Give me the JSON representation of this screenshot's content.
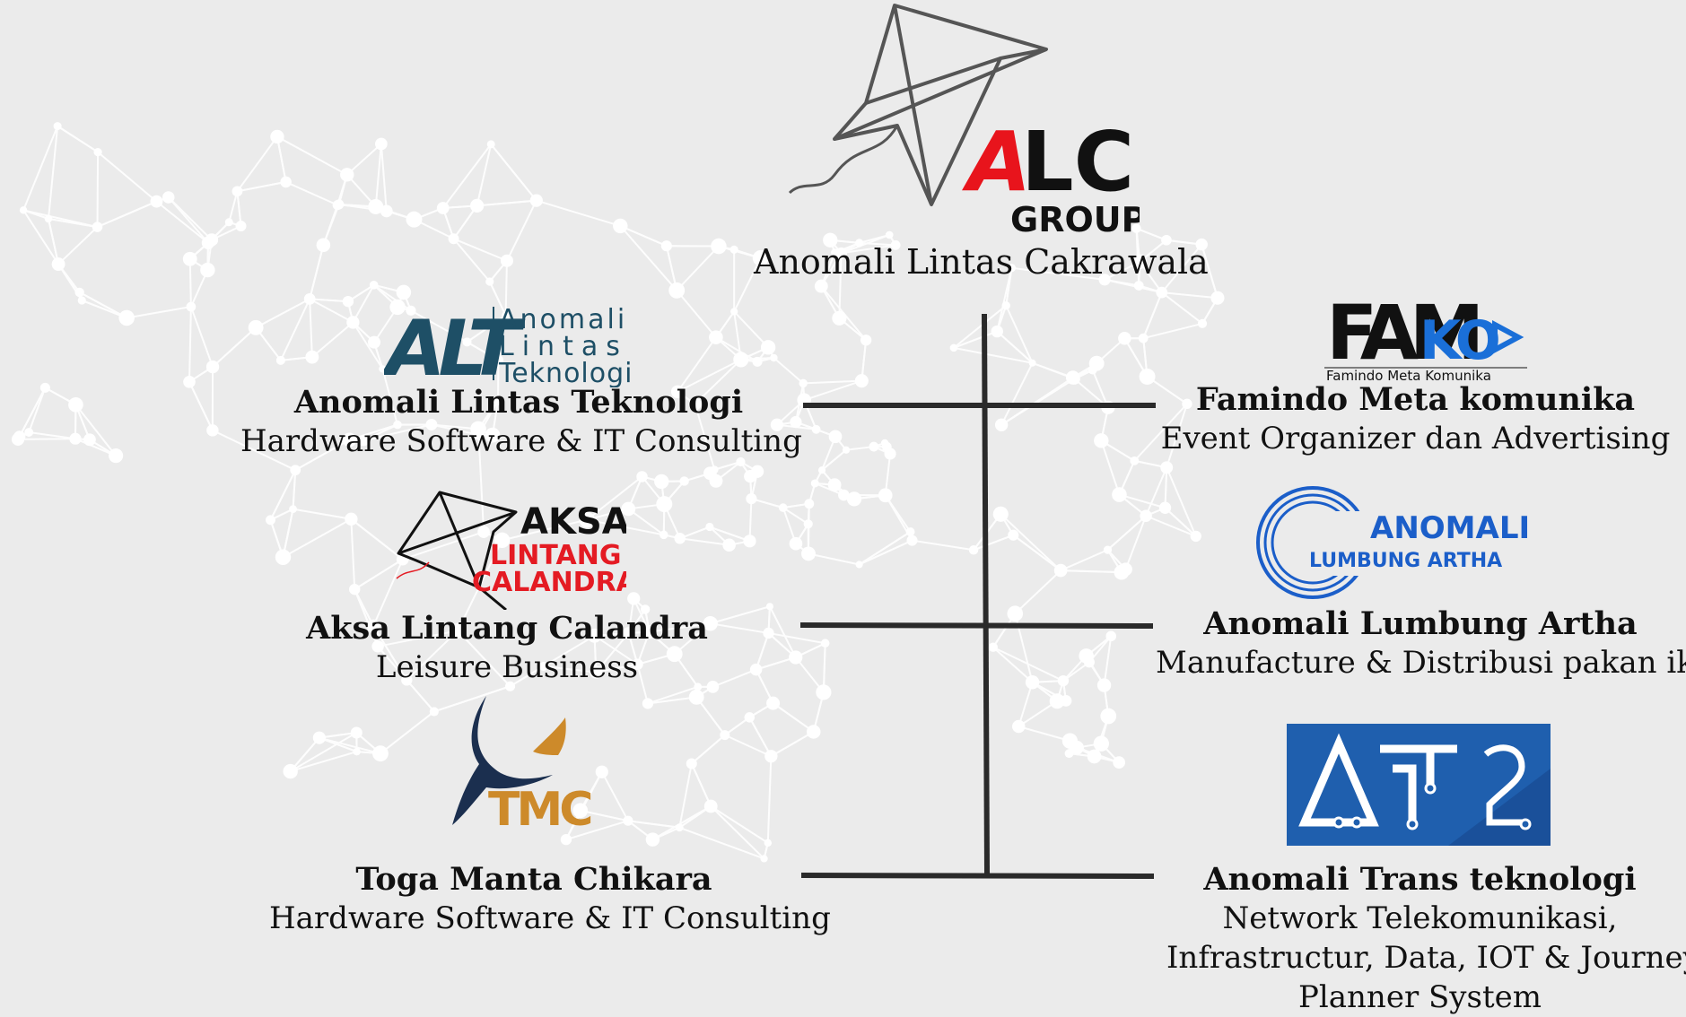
{
  "colors": {
    "background": "#ebebeb",
    "network": "#ffffff",
    "connector": "#2a2a2a",
    "alc_red": "#e8141c",
    "alt_blue": "#1e4f66",
    "famko_blue": "#1a6fd8",
    "alumbung_blue": "#1b5ec9",
    "at2_blue": "#1f5fae",
    "tmc_navy": "#1b2f4f",
    "tmc_gold": "#cd8a2a",
    "aksa_red": "#e41b23"
  },
  "parent": {
    "logo_mark": "ALC",
    "logo_sub": "GROUP",
    "logo_icon": "kite-icon",
    "name": "Anomali Lintas Cakrawala"
  },
  "subsidiaries": {
    "alt": {
      "logo_mark": "ALT",
      "logo_text": [
        "Anomali",
        "Lintas",
        "Teknologi"
      ],
      "name": "Anomali Lintas Teknologi",
      "description": "Hardware Software & IT Consulting"
    },
    "aksa": {
      "logo_icon": "kite-icon",
      "logo_lines": [
        "AKSA",
        "LINTANG",
        "CALANDRA"
      ],
      "name": "Aksa Lintang Calandra",
      "description": "Leisure Business"
    },
    "tmc": {
      "logo_icon": "manta-icon",
      "logo_mark": "TMC",
      "name": "Toga Manta Chikara",
      "description": "Hardware Software & IT Consulting"
    },
    "famko": {
      "logo_mark_a": "FAM",
      "logo_mark_b": "KO",
      "logo_sub": "Famindo Meta Komunika",
      "name": "Famindo Meta komunika",
      "description": "Event Organizer dan Advertising"
    },
    "alumbung": {
      "logo_line1": "ANOMALI",
      "logo_line2": "LUMBUNG ARTHA",
      "name": "Anomali Lumbung Artha",
      "description": "Manufacture & Distribusi pakan ikan"
    },
    "at2": {
      "logo_mark": "AT2",
      "name": "Anomali Trans teknologi",
      "description": [
        "Network Telekomunikasi,",
        "Infrastructur, Data, IOT & Journey",
        "Planner System"
      ]
    }
  }
}
